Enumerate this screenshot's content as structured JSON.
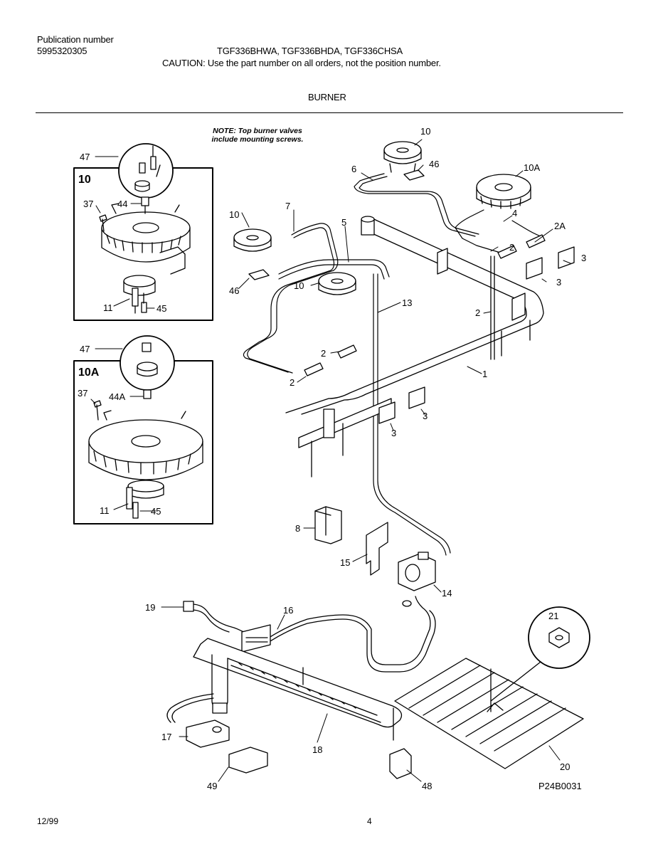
{
  "header": {
    "pub_label": "Publication number",
    "pub_number": "5995320305",
    "models": "TGF336BHWA, TGF336BHDA, TGF336CHSA",
    "caution": "CAUTION:  Use the part number on all orders, not the position number.",
    "section": "BURNER"
  },
  "note": {
    "line1": "NOTE: Top burner valves",
    "line2": "include mounting screws."
  },
  "insets": {
    "box1": "10",
    "box2": "10A"
  },
  "callouts": {
    "c47a": "47",
    "c37a": "37",
    "c44": "44",
    "c11a": "11",
    "c45a": "45",
    "c47b": "47",
    "c37b": "37",
    "c44A": "44A",
    "c11b": "11",
    "c45b": "45",
    "c10_top": "10",
    "c46_top": "46",
    "c6": "6",
    "c10A": "10A",
    "c4": "4",
    "c2A": "2A",
    "c3_a": "3",
    "c3_b": "3",
    "c2_a": "2",
    "c2_b": "2",
    "c7": "7",
    "c10_left": "10",
    "c5": "5",
    "c46_left": "46",
    "c10_mid": "10",
    "c13": "13",
    "c1": "1",
    "c2_c": "2",
    "c2_d": "2",
    "c3_c": "3",
    "c3_d": "3",
    "c8": "8",
    "c15": "15",
    "c14": "14",
    "c19": "19",
    "c16": "16",
    "c21": "21",
    "c17": "17",
    "c18": "18",
    "c20": "20",
    "c49": "49",
    "c48": "48"
  },
  "footer": {
    "date": "12/99",
    "page": "4",
    "code": "P24B0031"
  }
}
